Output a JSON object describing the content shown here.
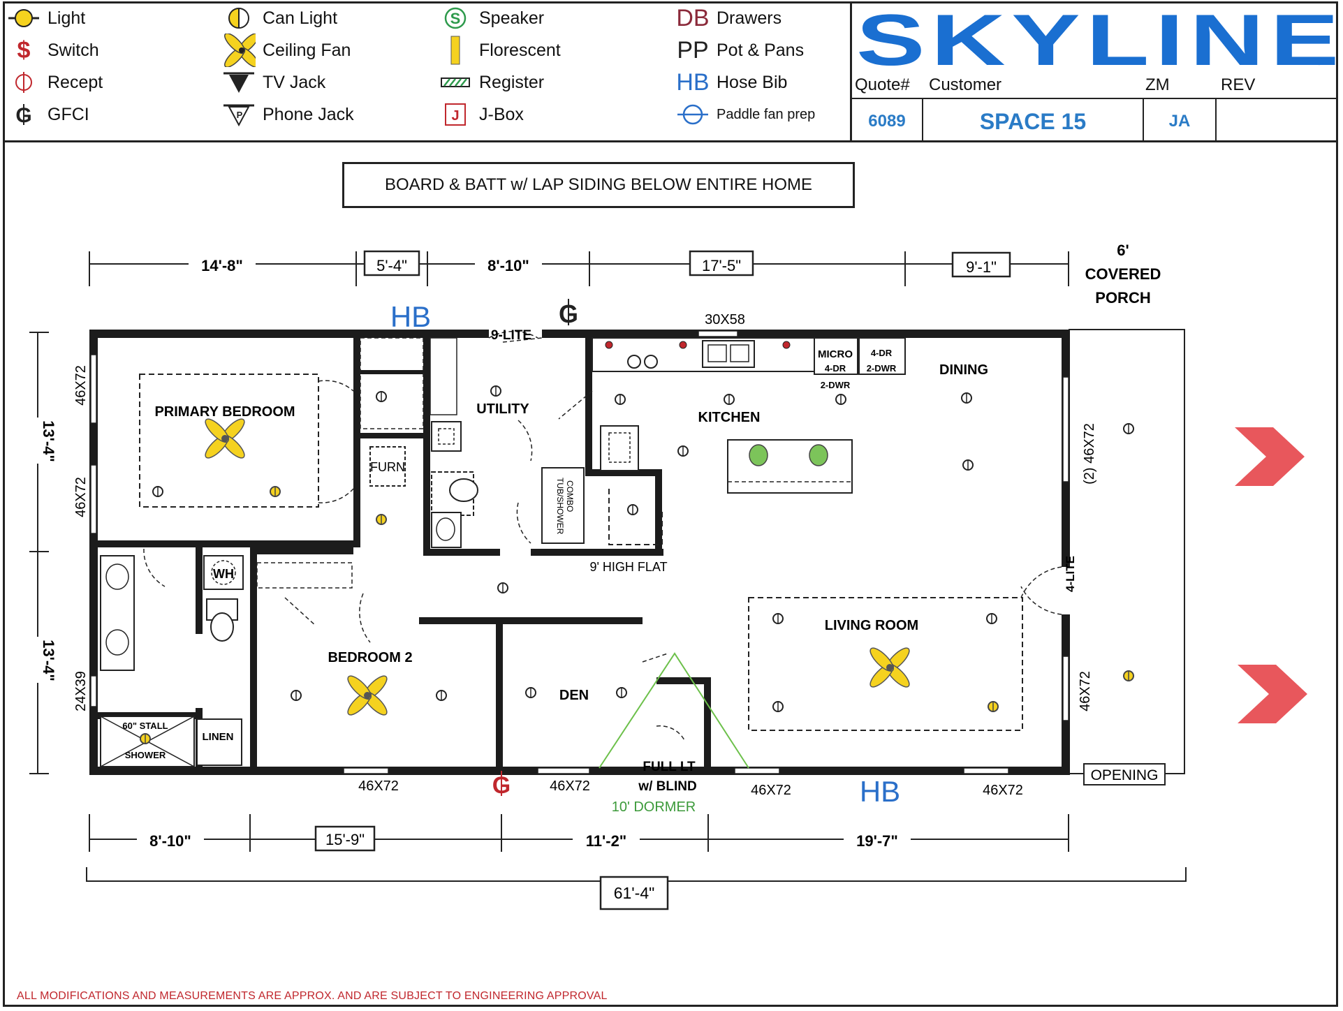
{
  "legend": [
    {
      "icon": "light-icon",
      "label": "Light"
    },
    {
      "icon": "switch-icon",
      "label": "Switch"
    },
    {
      "icon": "receptacle-icon",
      "label": "Recept"
    },
    {
      "icon": "gfci-icon",
      "label": "GFCI"
    },
    {
      "icon": "can-light-icon",
      "label": "Can Light"
    },
    {
      "icon": "ceiling-fan-icon",
      "label": "Ceiling Fan"
    },
    {
      "icon": "tv-jack-icon",
      "label": "TV Jack"
    },
    {
      "icon": "phone-jack-icon",
      "label": "Phone Jack"
    },
    {
      "icon": "speaker-icon",
      "label": "Speaker"
    },
    {
      "icon": "fluorescent-icon",
      "label": "Florescent"
    },
    {
      "icon": "register-icon",
      "label": "Register"
    },
    {
      "icon": "j-box-icon",
      "label": "J-Box"
    },
    {
      "icon": "drawers-icon",
      "label": "Drawers"
    },
    {
      "icon": "pots-pans-icon",
      "label": "Pot & Pans"
    },
    {
      "icon": "hose-bib-icon",
      "label": "Hose Bib"
    },
    {
      "icon": "paddle-fan-prep-icon",
      "label": "Paddle fan prep"
    }
  ],
  "symbols": {
    "light": "",
    "switch": "$",
    "gfci": "G",
    "speaker": "S",
    "jbox": "J",
    "drawers": "DB",
    "pots": "PP",
    "hosebib": "HB",
    "phone": "P"
  },
  "brand": {
    "logo": "SKYLINE",
    "reg": "®",
    "color": "#1a6fd1"
  },
  "title_block": {
    "headers": {
      "quote": "Quote#",
      "customer": "Customer",
      "zm": "ZM",
      "rev": "REV"
    },
    "values": {
      "quote": "6089",
      "customer": "SPACE 15",
      "zm": "JA",
      "rev": ""
    }
  },
  "siding_note": "BOARD & BATT w/ LAP SIDING BELOW ENTIRE HOME",
  "porch": [
    "6'",
    "COVERED",
    "PORCH"
  ],
  "dims_top": [
    "14'-8\"",
    "5'-4\"",
    "8'-10\"",
    "17'-5\"",
    "9'-1\""
  ],
  "dims_bottom": [
    "8'-10\"",
    "15'-9\"",
    "11'-2\"",
    "19'-7\""
  ],
  "dims_left": [
    "13'-4\"",
    "13'-4\""
  ],
  "overall": "61'-4\"",
  "rooms": {
    "primary": "PRIMARY BEDROOM",
    "utility": "UTILITY",
    "kitchen": "KITCHEN",
    "dining": "DINING",
    "bedroom2": "BEDROOM 2",
    "den": "DEN",
    "living": "LIVING ROOM"
  },
  "labels": {
    "hb": "HB",
    "nine_lite": "9-LITE",
    "win_30x58": "30X58",
    "micro": "MICRO",
    "four_dr_a": "4-DR",
    "two_dwr_a": "2-DWR",
    "four_dr_b": "4-DR",
    "two_dwr_b": "2-DWR",
    "furn": "FURN",
    "tub": [
      "TUB/SHOWER",
      "COMBO"
    ],
    "nine_flat": "9' HIGH FLAT",
    "wh": "WH",
    "stall": "60\" STALL",
    "shower": "SHOWER",
    "linen": "LINEN",
    "full_lt": "FULL LT",
    "blind": "w/ BLIND",
    "dormer": "10' DORMER",
    "four_lite": "4-LITE",
    "opening": "OPENING",
    "win_46x72": "46X72",
    "win_2_46x72": "(2) 46X72",
    "win_24x39": "24X39"
  },
  "disclaimer": "ALL MODIFICATIONS AND MEASUREMENTS ARE APPROX. AND ARE SUBJECT TO ENGINEERING APPROVAL",
  "colors": {
    "wall": "#1c1c1c",
    "fixture": "#e8c43a",
    "hose": "#2a6fc9",
    "outlet": "#c0272d",
    "arrow": "#e8575c",
    "dormer": "#6cc04a",
    "island": "#7cc45a"
  }
}
